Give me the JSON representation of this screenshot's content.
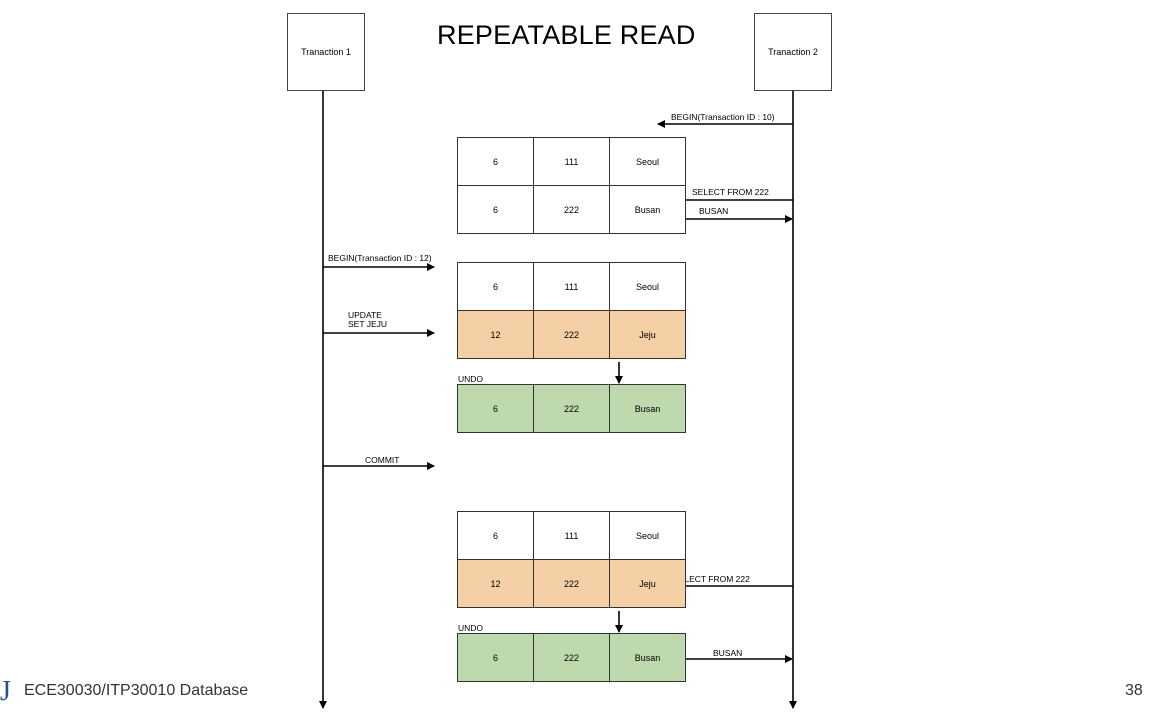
{
  "title": "REPEATABLE READ",
  "transactions": {
    "t1": "Tranaction 1",
    "t2": "Tranaction 2"
  },
  "messages": {
    "t2_begin": "BEGIN(Transaction ID : 10)",
    "t2_select_1": "SELECT FROM 222",
    "t2_result_1": "BUSAN",
    "t1_begin": "BEGIN(Transaction ID : 12)",
    "t1_update_line1": "UPDATE",
    "t1_update_line2": "SET JEJU",
    "t1_commit": "COMMIT",
    "t2_select_2": "SELECT FROM 222",
    "t2_result_2": "BUSAN"
  },
  "undo_label_1": "UNDO",
  "undo_label_2": "UNDO",
  "tables": {
    "initial": [
      [
        "6",
        "111",
        "Seoul"
      ],
      [
        "6",
        "222",
        "Busan"
      ]
    ],
    "after_update": [
      [
        "6",
        "111",
        "Seoul"
      ],
      [
        "12",
        "222",
        "Jeju"
      ]
    ],
    "undo_1": [
      [
        "6",
        "222",
        "Busan"
      ]
    ],
    "after_commit": [
      [
        "6",
        "111",
        "Seoul"
      ],
      [
        "12",
        "222",
        "Jeju"
      ]
    ],
    "undo_2": [
      [
        "6",
        "222",
        "Busan"
      ]
    ]
  },
  "colors": {
    "modified_row": "#f5cfa6",
    "undo_row": "#bdd9ad"
  },
  "footer": {
    "course": "ECE30030/ITP30010 Database",
    "page": "38",
    "logo_icon": "university-logo-icon"
  }
}
